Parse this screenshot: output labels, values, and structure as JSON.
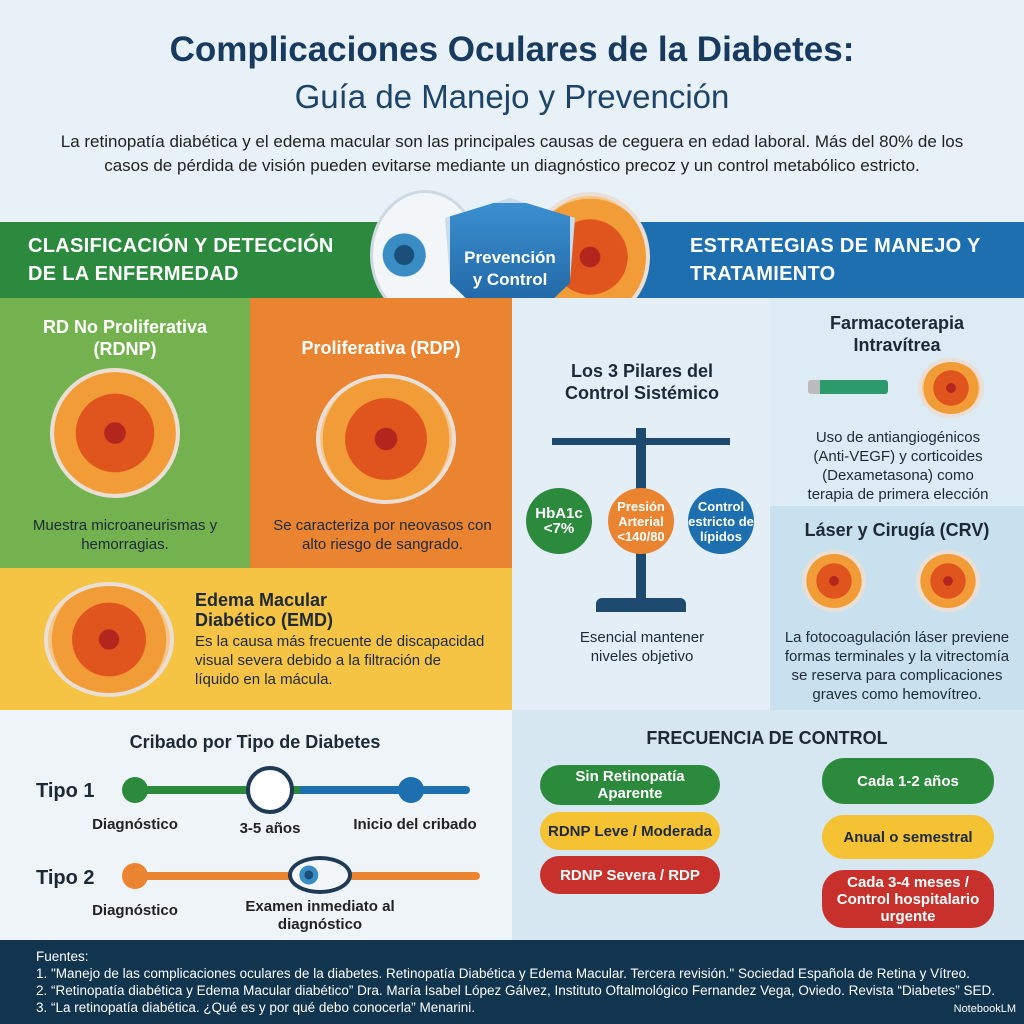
{
  "header": {
    "title": "Complicaciones Oculares de la Diabetes:",
    "subtitle": "Guía de Manejo y Prevención",
    "description": "La retinopatía diabética y el edema macular son las principales causas de ceguera en edad laboral. Más del 80% de los casos de pérdida de visión pueden evitarse mediante un diagnóstico precoz y un control metabólico estricto."
  },
  "banners": {
    "left": "CLASIFICACIÓN Y DETECCIÓN DE LA ENFERMEDAD",
    "center": "Prevención y Control",
    "right": "ESTRATEGIAS DE MANEJO Y TRATAMIENTO"
  },
  "classification": {
    "rdnp": {
      "title": "RD No Proliferativa (RDNP)",
      "text": "Muestra microaneurismas y hemorragias."
    },
    "rdp": {
      "title": "Proliferativa (RDP)",
      "text": "Se caracteriza por neovasos con alto riesgo de sangrado."
    },
    "emd": {
      "title": "Edema Macular Diabético (EMD)",
      "text": "Es la causa más frecuente de discapacidad visual severa debido a la filtración de líquido en la mácula."
    }
  },
  "pillars": {
    "title": "Los 3 Pilares del Control Sistémico",
    "items": [
      "HbA1c <7%",
      "Presión Arterial <140/80",
      "Control estricto de lípidos"
    ],
    "caption": "Esencial mantener niveles objetivo"
  },
  "treatment": {
    "pharma": {
      "title": "Farmacoterapia Intravítrea",
      "text": "Uso de antiangiogénicos (Anti-VEGF) y corticoides (Dexametasona) como terapia de primera elección en EMD."
    },
    "laser": {
      "title": "Láser y Cirugía (CRV)",
      "text": "La fotocoagulación láser previene formas terminales y la vitrectomía se reserva para complicaciones graves como hemovítreo."
    }
  },
  "screening": {
    "title": "Cribado por Tipo de Diabetes",
    "tipo1": {
      "label": "Tipo 1",
      "steps": [
        "Diagnóstico",
        "3-5 años",
        "Inicio del cribado"
      ]
    },
    "tipo2": {
      "label": "Tipo 2",
      "steps": [
        "Diagnóstico",
        "Examen inmediato al diagnóstico"
      ]
    }
  },
  "frequency": {
    "title": "FRECUENCIA DE CONTROL",
    "rows": [
      {
        "stage": "Sin Retinopatía Aparente",
        "freq": "Cada 1-2 años"
      },
      {
        "stage": "RDNP Leve / Moderada",
        "freq": "Anual o semestral"
      },
      {
        "stage": "RDNP Severa / RDP",
        "freq": "Cada 3-4 meses / Control hospitalario urgente"
      }
    ]
  },
  "footer": {
    "heading": "Fuentes:",
    "sources": [
      "1. \"Manejo de las complicaciones oculares de la diabetes. Retinopatía Diabética y Edema Macular. Tercera revisión.\" Sociedad Española de Retina y Vítreo.",
      "2. “Retinopatía diabética y Edema Macular diabético” Dra. María Isabel López Gálvez, Instituto Oftalmológico Fernandez Vega, Oviedo. Revista “Diabetes” SED.",
      "3. “La retinopatía diabética. ¿Qué es y por qué debo conocerla” Menarini."
    ],
    "brand": "NotebookLM"
  }
}
